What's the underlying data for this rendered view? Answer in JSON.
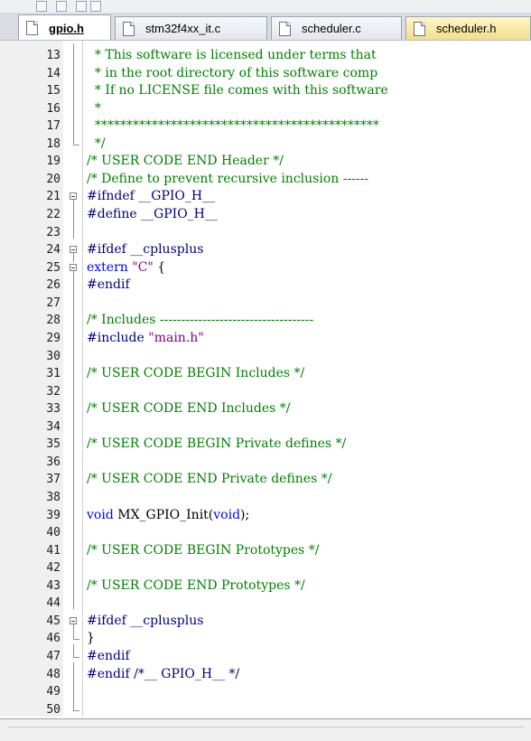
{
  "tabs": [
    {
      "label": "gpio.h",
      "active": true,
      "highlight": false
    },
    {
      "label": "stm32f4xx_it.c",
      "active": false,
      "highlight": false
    },
    {
      "label": "scheduler.c",
      "active": false,
      "highlight": false
    },
    {
      "label": "scheduler.h",
      "active": false,
      "highlight": true
    }
  ],
  "colors": {
    "comment": "#008000",
    "preprocessor": "#000080",
    "keyword": "#0000ff",
    "string": "#800080"
  },
  "editor": {
    "lines": [
      {
        "num": "13",
        "code": "  * This software is licensed under terms that",
        "kind": "comment"
      },
      {
        "num": "14",
        "code": "  * in the root directory of this software comp",
        "kind": "comment"
      },
      {
        "num": "15",
        "code": "  * If no LICENSE file comes with this software",
        "kind": "comment"
      },
      {
        "num": "16",
        "code": "  *",
        "kind": "comment"
      },
      {
        "num": "17",
        "code": "  *********************************************",
        "kind": "comment"
      },
      {
        "num": "18",
        "code": "  */",
        "kind": "comment"
      },
      {
        "num": "19",
        "code": "/* USER CODE END Header */",
        "kind": "comment"
      },
      {
        "num": "20",
        "code": "/* Define to prevent recursive inclusion ------",
        "kind": "comment"
      },
      {
        "num": "21",
        "code": "#ifndef __GPIO_H__",
        "kind": "pp"
      },
      {
        "num": "22",
        "code": "#define __GPIO_H__",
        "kind": "pp"
      },
      {
        "num": "23",
        "code": "",
        "kind": "txt"
      },
      {
        "num": "24",
        "code": "#ifdef __cplusplus",
        "kind": "pp"
      },
      {
        "num": "25",
        "code_kw": "extern",
        "code_str": " \"C\"",
        "code_rest": " {",
        "kind": "extern"
      },
      {
        "num": "26",
        "code": "#endif",
        "kind": "pp"
      },
      {
        "num": "27",
        "code": "",
        "kind": "txt"
      },
      {
        "num": "28",
        "code": "/* Includes ------------------------------------",
        "kind": "comment"
      },
      {
        "num": "29",
        "code_pp": "#include",
        "code_str": " \"main.h\"",
        "kind": "include"
      },
      {
        "num": "30",
        "code": "",
        "kind": "txt"
      },
      {
        "num": "31",
        "code": "/* USER CODE BEGIN Includes */",
        "kind": "comment"
      },
      {
        "num": "32",
        "code": "",
        "kind": "txt"
      },
      {
        "num": "33",
        "code": "/* USER CODE END Includes */",
        "kind": "comment"
      },
      {
        "num": "34",
        "code": "",
        "kind": "txt"
      },
      {
        "num": "35",
        "code": "/* USER CODE BEGIN Private defines */",
        "kind": "comment"
      },
      {
        "num": "36",
        "code": "",
        "kind": "txt"
      },
      {
        "num": "37",
        "code": "/* USER CODE END Private defines */",
        "kind": "comment"
      },
      {
        "num": "38",
        "code": "",
        "kind": "txt"
      },
      {
        "num": "39",
        "code_kw": "void",
        "code_mid": " MX_GPIO_Init(",
        "code_kw2": "void",
        "code_rest": ");",
        "kind": "func"
      },
      {
        "num": "40",
        "code": "",
        "kind": "txt"
      },
      {
        "num": "41",
        "code": "/* USER CODE BEGIN Prototypes */",
        "kind": "comment"
      },
      {
        "num": "42",
        "code": "",
        "kind": "txt"
      },
      {
        "num": "43",
        "code": "/* USER CODE END Prototypes */",
        "kind": "comment"
      },
      {
        "num": "44",
        "code": "",
        "kind": "txt"
      },
      {
        "num": "45",
        "code": "#ifdef __cplusplus",
        "kind": "pp"
      },
      {
        "num": "46",
        "code": "}",
        "kind": "txt"
      },
      {
        "num": "47",
        "code": "#endif",
        "kind": "pp"
      },
      {
        "num": "48",
        "code": "#endif /*__ GPIO_H__ */",
        "kind": "pp"
      },
      {
        "num": "49",
        "code": "",
        "kind": "txt"
      },
      {
        "num": "50",
        "code": "",
        "kind": "txt"
      }
    ]
  }
}
